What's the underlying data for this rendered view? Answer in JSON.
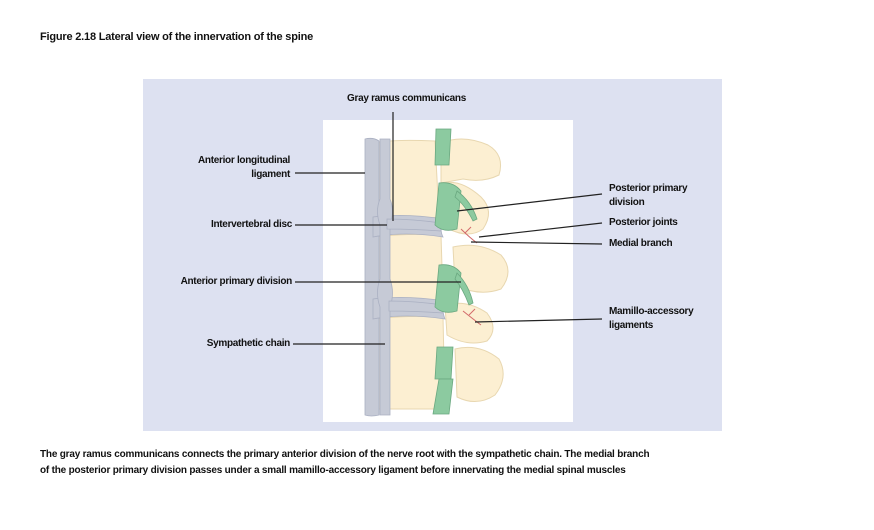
{
  "figure": {
    "title": "Figure 2.18 Lateral view of the innervation of the spine",
    "labels": {
      "gray_ramus": "Gray ramus communicans",
      "anterior_longitudinal_line1": "Anterior longitudinal",
      "anterior_longitudinal_line2": "ligament",
      "intervertebral_disc": "Intervertebral disc",
      "anterior_primary_division": "Anterior primary division",
      "sympathetic_chain": "Sympathetic chain",
      "posterior_primary_line1": "Posterior primary",
      "posterior_primary_line2": "division",
      "posterior_joints": "Posterior joints",
      "medial_branch": "Medial branch",
      "mamillo_line1": "Mamillo-accessory",
      "mamillo_line2": "ligaments"
    },
    "caption": {
      "line1": "The gray ramus communicans connects the primary anterior division of the nerve root with the sympathetic chain. The medial branch",
      "line2": "of the posterior primary division passes under a small mamillo-accessory ligament before innervating the medial spinal muscles"
    },
    "colors": {
      "panel_bg": "#dde1f1",
      "bone": "#fcefd2",
      "ligament": "#c6cad6",
      "nerve": "#8ccaa0",
      "leader": "#222222"
    }
  }
}
